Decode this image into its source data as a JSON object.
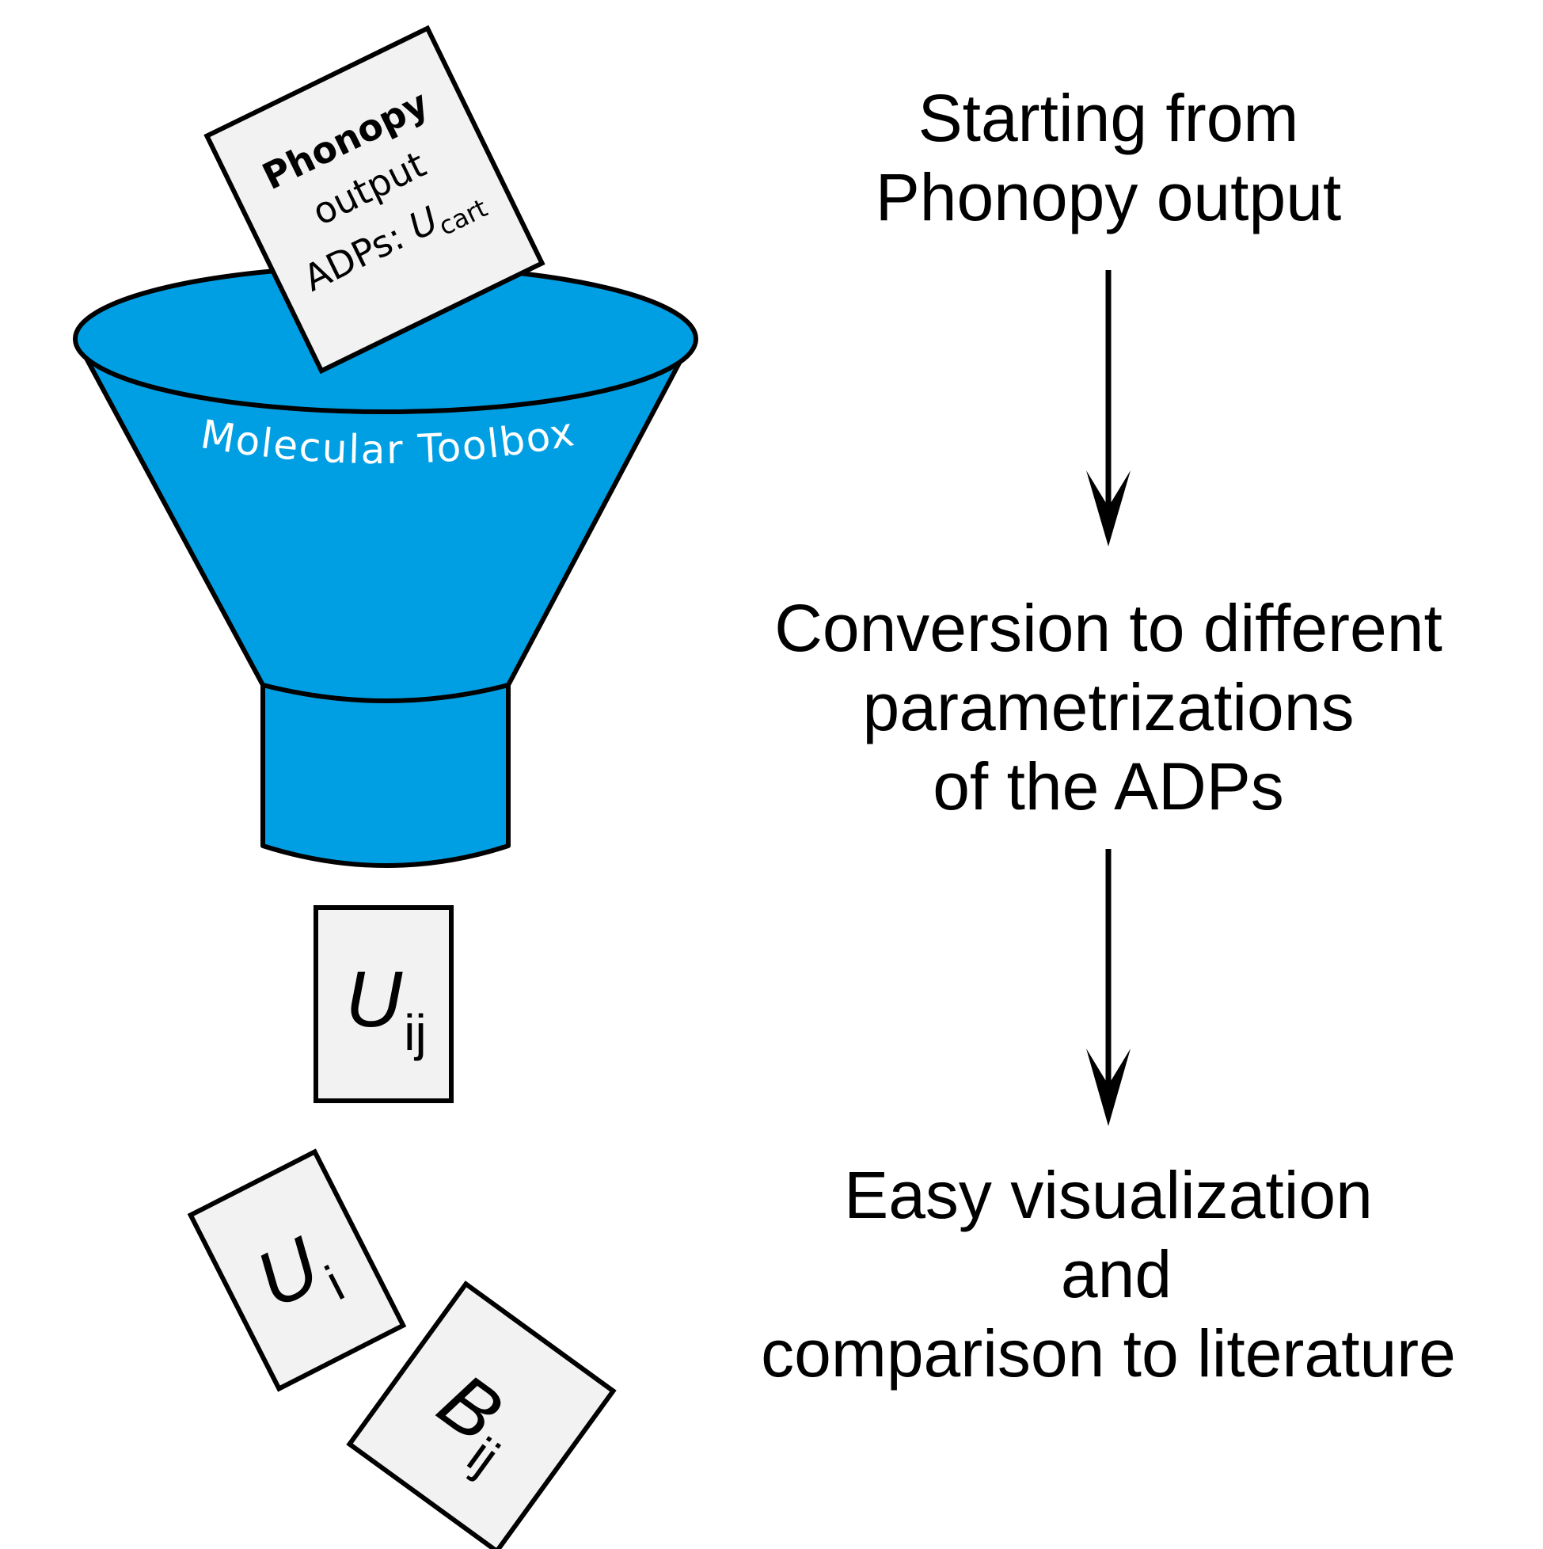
{
  "funnel": {
    "label": "Molecular Toolbox",
    "fill_color": "#009fe3",
    "label_color": "#ffffff"
  },
  "input_card": {
    "line1": "Phonopy",
    "line2": "output",
    "line3_prefix": "ADPs: ",
    "symbol": "U",
    "subscript": "cart"
  },
  "output_cards": [
    {
      "symbol": "U",
      "subscript": "ij"
    },
    {
      "symbol": "U",
      "subscript": "i"
    },
    {
      "symbol": "B",
      "subscript": "ij"
    }
  ],
  "steps": [
    {
      "lines": [
        "Starting from",
        "Phonopy output"
      ]
    },
    {
      "lines": [
        "Conversion to different",
        "parametrizations",
        "of the ADPs"
      ]
    },
    {
      "lines": [
        "Easy visualization",
        "and",
        "comparison to literature"
      ]
    }
  ],
  "arrow_icon": "down-arrow-icon"
}
